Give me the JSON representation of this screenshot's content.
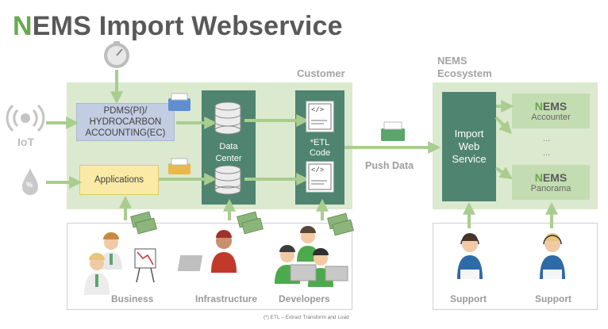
{
  "title": {
    "logo_letter": "N",
    "rest": "EMS Import Webservice"
  },
  "customer_label": "Customer",
  "ecosystem_label": {
    "line1": "NEMS",
    "line2": "Ecosystem"
  },
  "inputs": {
    "iot": "IoT",
    "drop_symbol": "%"
  },
  "systems": {
    "pdms": {
      "line1": "PDMS(PI)/",
      "line2": "HYDROCARBON",
      "line3": "ACCOUNTING(EC)"
    },
    "applications": "Applications"
  },
  "data_center": {
    "line1": "Data",
    "line2": "Center"
  },
  "etl": {
    "line1": "*ETL",
    "line2": "Code",
    "icon_glyph": "</>"
  },
  "push_data": "Push Data",
  "import_service": {
    "line1": "Import",
    "line2": "Web",
    "line3": "Service"
  },
  "nems_boxes": [
    {
      "logo_letter": "N",
      "logo_rest": "EMS",
      "name": "Accounter"
    },
    {
      "logo_letter": "N",
      "logo_rest": "EMS",
      "name": "Panorama"
    }
  ],
  "ellipsis": "...",
  "people": {
    "business": "Business",
    "infrastructure": "Infrastructure",
    "developers": "Developers",
    "support1": "Support",
    "support2": "Support"
  },
  "footnote": "(*) ETL – Extract Transform and Load",
  "colors": {
    "arrow": "#a9cd8f",
    "panel": "#dbe9cf",
    "dark_panel": "#4f8470",
    "nems_green": "#6aa84f"
  }
}
